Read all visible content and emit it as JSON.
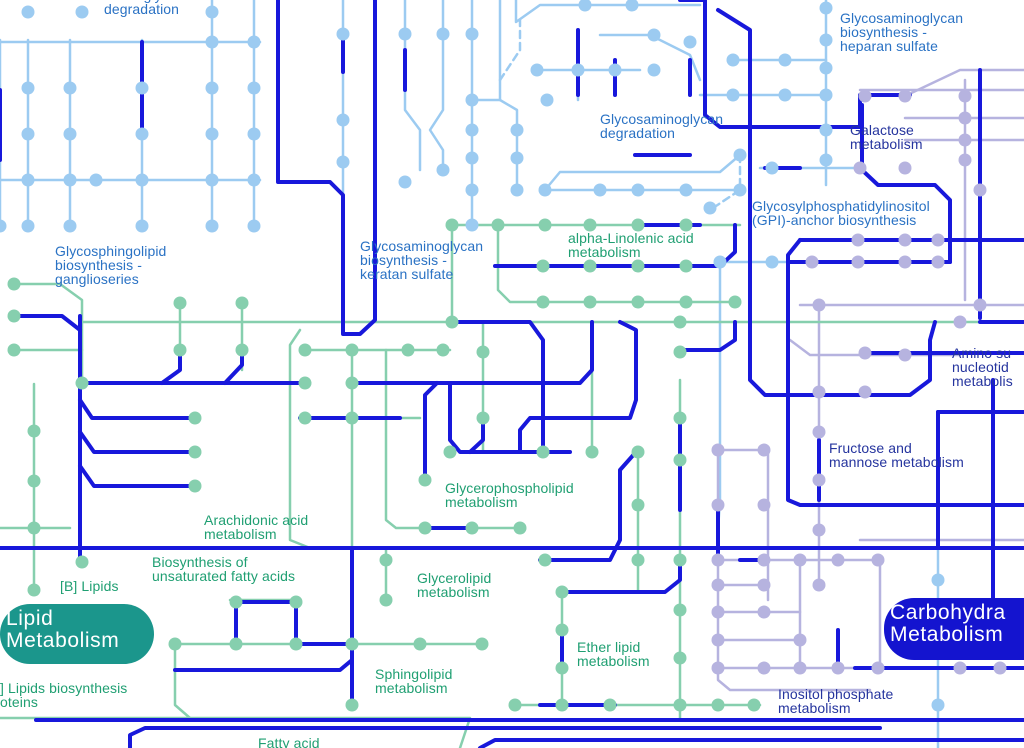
{
  "colors": {
    "light_blue": "#9ccbf1",
    "green": "#86cfae",
    "lavender": "#b6b3df",
    "dark_blue": "#1818db",
    "lipid_region": "#1b968c",
    "carbohydrate_region": "#1414cf"
  },
  "regions": {
    "lipid": "Lipid\nMetabolism",
    "carbohydrate": "Carbohydra\nMetabolism"
  },
  "labels": {
    "ether_glycan": "Other glycan\ndegradation",
    "gag_heparan": "Glycosaminoglycan\nbiosynthesis -\nheparan sulfate",
    "gag_degradation": "Glycosaminoglycan\ndegradation",
    "galactose": "Galactose\nmetabolism",
    "gpi": "Glycosylphosphatidylinositol\n(GPI)-anchor biosynthesis",
    "gsl_ganglio": "Glycosphingolipid\nbiosynthesis -\nganglioseries",
    "gag_keratan": "Glycosaminoglycan\nbiosynthesis -\nkeratan sulfate",
    "alpha_linolenic": "alpha-Linolenic acid\nmetabolism",
    "amino_sugar": "Amino su\nnucleotid\nmetabolis",
    "fructose_mannose": "Fructose and\nmannose metabolism",
    "glycerophospholipid": "Glycerophospholipid\nmetabolism",
    "arachidonic": "Arachidonic acid\nmetabolism",
    "unsat_fatty": "Biosynthesis of\nunsaturated fatty acids",
    "glycerolipid": "Glycerolipid\nmetabolism",
    "lipids_b": "[B] Lipids",
    "ether_lipid": "Ether lipid\nmetabolism",
    "sphingolipid": "Sphingolipid\nmetabolism",
    "inositol": "Inositol phosphate\nmetabolism",
    "lipids_biosynthesis": "] Lipids biosynthesis\noteins",
    "fatty_acid": "Fatty acid"
  }
}
